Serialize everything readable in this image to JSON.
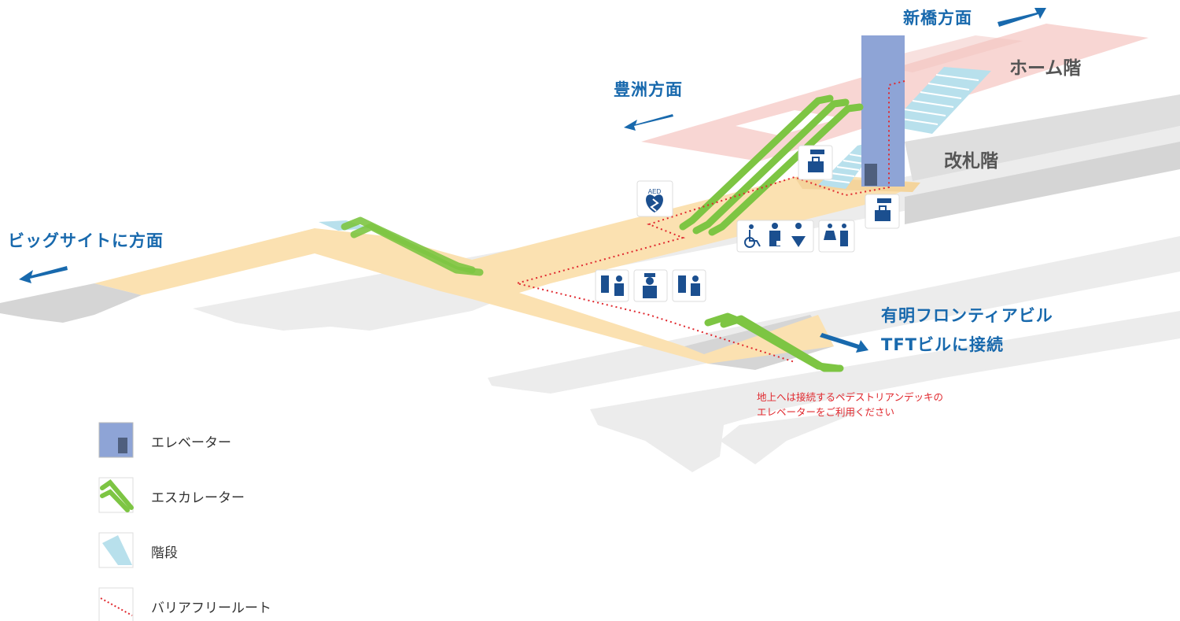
{
  "directions": {
    "shimbashi": "新橋方面",
    "toyosu": "豊洲方面",
    "bigsight": "ビッグサイトに方面",
    "tft_line1": "有明フロンティアビル",
    "tft_line2_bold": "TFT",
    "tft_line2_rest": "ビルに接続"
  },
  "levels": {
    "platform": "ホーム階",
    "concourse": "改札階"
  },
  "note": {
    "line1": "地上へは接続するペデストリアンデッキの",
    "line2": "エレベーターをご利用ください"
  },
  "aed_label": "AED",
  "legend": {
    "elevator": "エレベーター",
    "escalator": "エスカレーター",
    "stairs": "階段",
    "barrier_free": "バリアフリールート"
  },
  "colors": {
    "platform_floor": "#f8d6d3",
    "concourse_floor": "#fbe1b1",
    "ground": "#dcdcdc",
    "elevator": "#8ea4d6",
    "escalator": "#7dc543",
    "stairs": "#b8e0ec",
    "route": "#e0282e",
    "direction_text": "#1869ad",
    "icon_box": "#1b4f8f"
  },
  "icons": [
    "aed-icon",
    "coin-locker-icon",
    "wheelchair-icon",
    "first-aid-icon",
    "baby-care-icon",
    "restroom-icon",
    "ticket-machine-icon",
    "station-staff-icon",
    "fare-adjustment-icon"
  ]
}
